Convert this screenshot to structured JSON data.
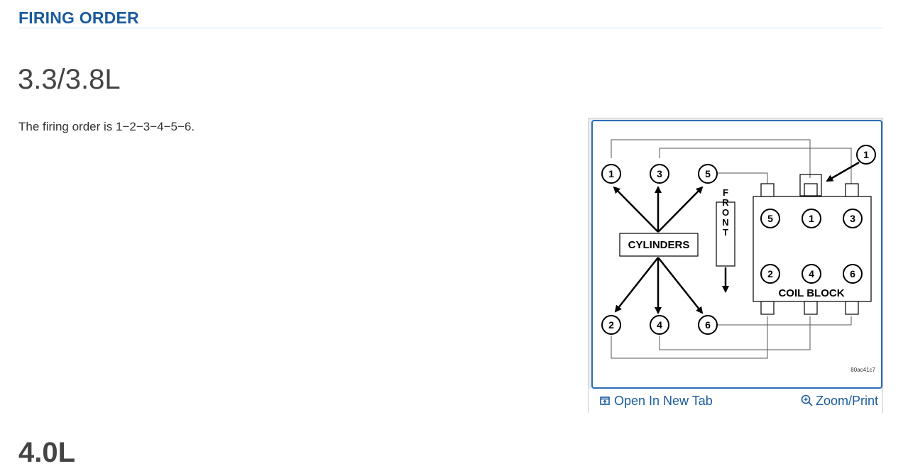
{
  "section": {
    "title": "FIRING ORDER"
  },
  "engine": {
    "heading": "3.3/3.8L"
  },
  "content": {
    "text": "The firing order is 1−2−3−4−5−6."
  },
  "figure": {
    "labels": {
      "cylinders": "CYLINDERS",
      "front": "FRONT",
      "coil_block": "COIL BLOCK",
      "figure_id": "80ac41c7",
      "callout": "1"
    },
    "cylinder_numbers_top": [
      "1",
      "3",
      "5"
    ],
    "cylinder_numbers_bottom": [
      "2",
      "4",
      "6"
    ],
    "coil_numbers_top": [
      "5",
      "1",
      "3"
    ],
    "coil_numbers_bottom": [
      "2",
      "4",
      "6"
    ],
    "toolbar": {
      "open_new_tab": "Open In New Tab",
      "zoom_print": "Zoom/Print",
      "open_icon": "open-new-tab-icon",
      "zoom_icon": "zoom-icon"
    }
  },
  "next_section": {
    "heading": "4.0L"
  },
  "colors": {
    "accent": "#1a5b9c",
    "frame": "#2d6db5"
  }
}
